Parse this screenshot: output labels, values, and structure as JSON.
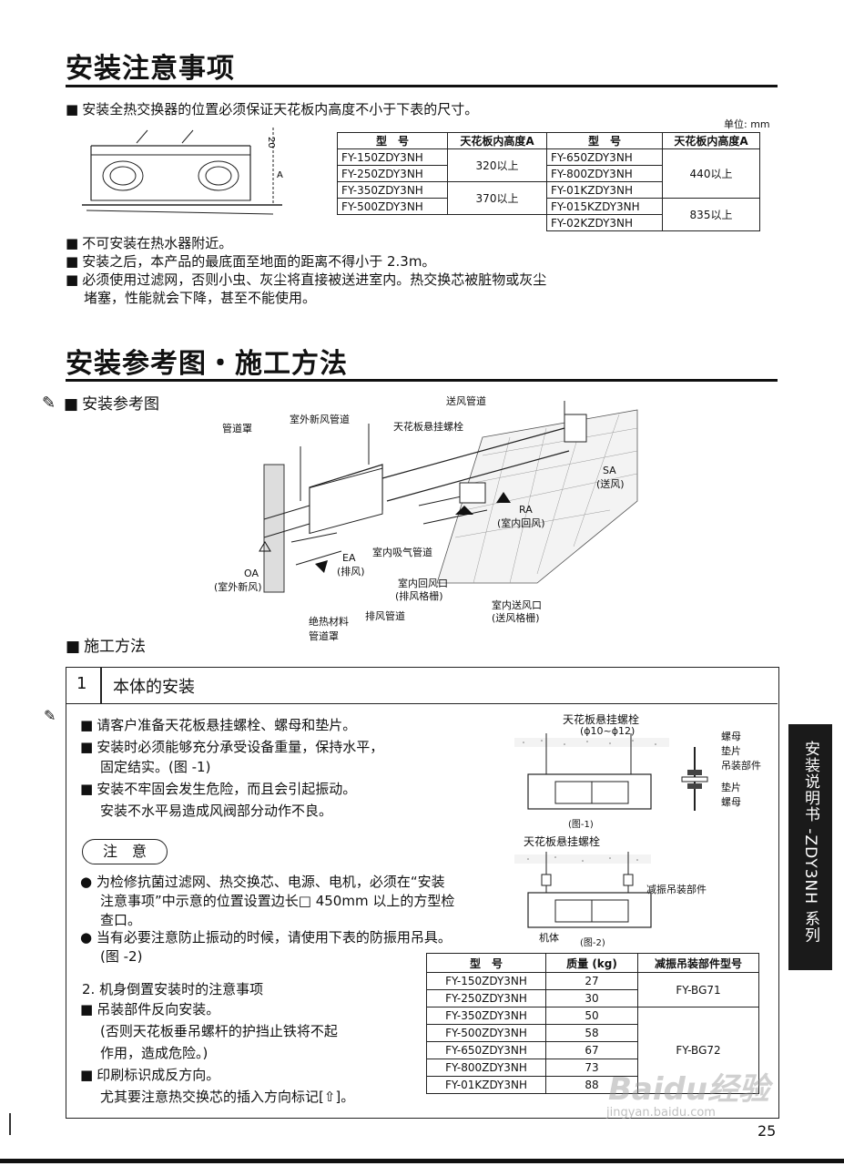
{
  "section1": {
    "title": "安装注意事项",
    "intro": "安装全热交换器的位置必须保证天花板内高度不小于下表的尺寸。",
    "unit": "单位: mm",
    "dim_label": "20",
    "dim_a": "A",
    "table": {
      "headers": [
        "型　号",
        "天花板内高度A",
        "型　号",
        "天花板内高度A"
      ],
      "left_models": [
        "FY-150ZDY3NH",
        "FY-250ZDY3NH",
        "FY-350ZDY3NH",
        "FY-500ZDY3NH"
      ],
      "left_heights": [
        "320以上",
        "370以上"
      ],
      "right_models": [
        "FY-650ZDY3NH",
        "FY-800ZDY3NH",
        "FY-01KZDY3NH",
        "FY-015KZDY3NH",
        "FY-02KZDY3NH"
      ],
      "right_heights": [
        "440以上",
        "835以上"
      ]
    },
    "bullets": [
      "不可安装在热水器附近。",
      "安装之后，本产品的最底面至地面的距离不得小于 2.3m。",
      "必须使用过滤网，否则小虫、灰尘将直接被送进室内。热交换芯被脏物或灰尘"
    ],
    "bullet3_cont": "堵塞，性能就会下降，甚至不能使用。"
  },
  "section2": {
    "title": "安装参考图・施工方法",
    "sub1": "安装参考图",
    "diagram_labels": {
      "duct_cover": "管道罩",
      "outdoor_duct": "室外新风管道",
      "supply_duct": "送风管道",
      "hanging_bolt": "天花板悬挂螺栓",
      "sa": "SA",
      "sa_cn": "(送风)",
      "ra": "RA",
      "ra_cn": "(室内回风)",
      "ea": "EA",
      "ea_cn": "(排风)",
      "oa": "OA",
      "oa_cn": "(室外新风)",
      "indoor_intake": "室内吸气管道",
      "return_port": "室内回风口",
      "return_port_cn": "(排风格栅)",
      "supply_port": "室内送风口",
      "supply_port_cn": "(送风格栅)",
      "insulation": "绝热材料",
      "exhaust_duct": "排风管道",
      "duct_cover2": "管道罩"
    },
    "sub2": "施工方法"
  },
  "step1": {
    "num": "1",
    "title": "本体的安装",
    "bullets": [
      "请客户准备天花板悬挂螺栓、螺母和垫片。",
      "安装时必须能够充分承受设备重量，保持水平，",
      "安装不牢固会发生危险，而且会引起振动。"
    ],
    "bullet2_cont": "固定结实。(图 -1)",
    "bullet3_cont": "安装不水平易造成风阀部分动作不良。",
    "caution_label": "注　意",
    "cautions": [
      "为检修抗菌过滤网、热交换芯、电源、电机，必须在“安装",
      "当有必要注意防止振动的时候，请使用下表的防振用吊具。"
    ],
    "caution1_cont1": "注意事项”中示意的位置设置边长□ 450mm 以上的方型检",
    "caution1_cont2": "查口。",
    "caution2_cont": "(图 -2)",
    "note2_title": "2. 机身倒置安装时的注意事项",
    "note2_b1": "吊装部件反向安装。",
    "note2_b1_cont1": "(否则天花板垂吊螺杆的护挡止铁将不起",
    "note2_b1_cont2": "作用，造成危险。)",
    "note2_b2": "印刷标识成反方向。",
    "note2_b2_cont": "尤其要注意热交换芯的插入方向标记[⇧]。",
    "fig1": {
      "bolt_label": "天花板悬挂螺栓",
      "bolt_size": "(ϕ10~ϕ12)",
      "nut": "螺母",
      "washer": "垫片",
      "hanger": "吊装部件",
      "washer2": "垫片",
      "nut2": "螺母",
      "caption": "(图-1)"
    },
    "fig2": {
      "bolt_label": "天花板悬挂螺栓",
      "damper": "减振吊装部件",
      "body": "机体",
      "caption": "(图-2)"
    },
    "table2": {
      "headers": [
        "型　号",
        "质量 (kg)",
        "减振吊装部件型号"
      ],
      "models": [
        "FY-150ZDY3NH",
        "FY-250ZDY3NH",
        "FY-350ZDY3NH",
        "FY-500ZDY3NH",
        "FY-650ZDY3NH",
        "FY-800ZDY3NH",
        "FY-01KZDY3NH"
      ],
      "weights": [
        "27",
        "30",
        "50",
        "58",
        "67",
        "73",
        "88"
      ],
      "parts": [
        "FY-BG71",
        "FY-BG72"
      ]
    }
  },
  "side_tab": "安装说明书 -ZDY3NH 系列",
  "page_number": "25",
  "watermark": "Baidu经验",
  "watermark_url": "jingyan.baidu.com"
}
